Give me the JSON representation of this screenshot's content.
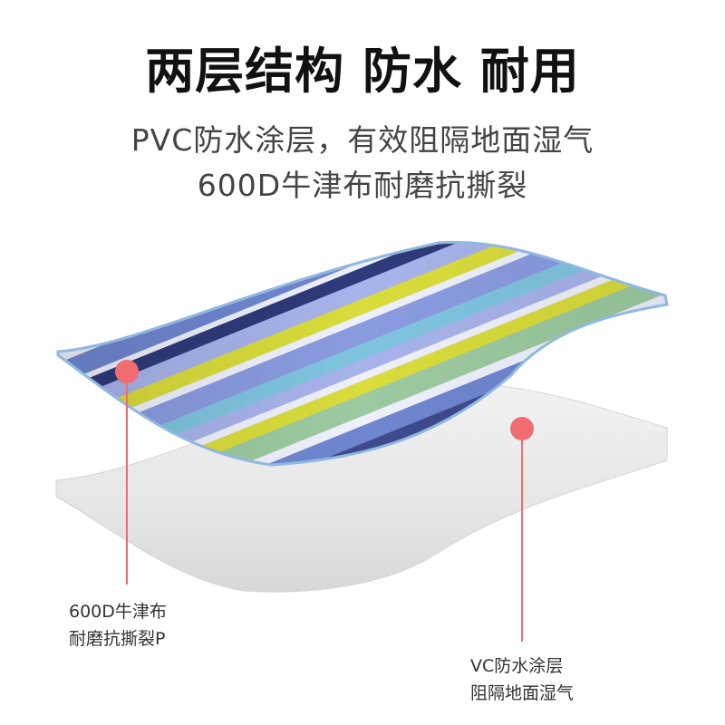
{
  "headline": "两层结构 防水 耐用",
  "subtitle_line1": "PVC防水涂层，有效阻隔地面湿气",
  "subtitle_line2": "600D牛津布耐磨抗撕裂",
  "callout_left": {
    "line1": "600D牛津布",
    "line2": "耐磨抗撕裂P"
  },
  "callout_right": {
    "line1": "VC防水涂层",
    "line2": "阻隔地面湿气"
  },
  "colors": {
    "marker": "#f06c71",
    "pointer_line": "#f06c71",
    "stripe_navy": "#3f4a8f",
    "stripe_blue": "#6f86d0",
    "stripe_periwinkle": "#a7b3ea",
    "stripe_sky": "#7fc4df",
    "stripe_yellow": "#d9dc3a",
    "stripe_mint": "#9ccaa0",
    "stripe_white": "#eef1fb",
    "backing_grey": "#e8e8e8",
    "edge_blue": "#90b8e0"
  }
}
